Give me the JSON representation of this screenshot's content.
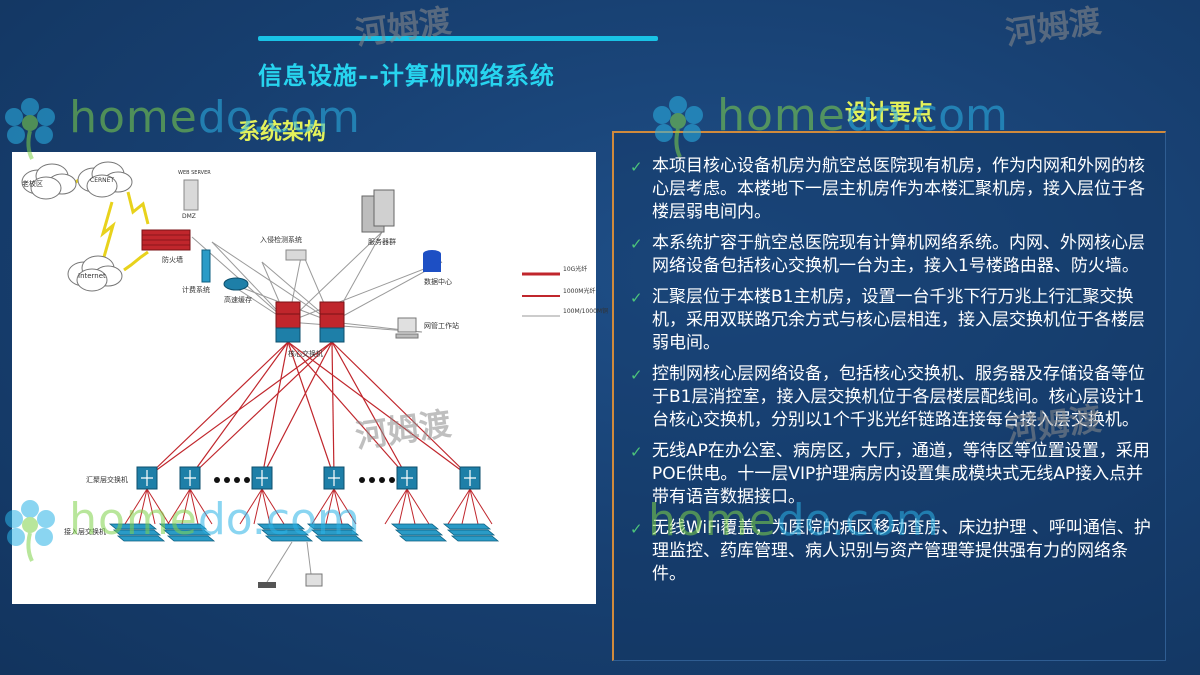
{
  "slide": {
    "title": "信息设施--计算机网络系统",
    "left_heading": "系统架构",
    "right_heading": "设计要点"
  },
  "watermark": {
    "brand_part1": "home",
    "brand_part2": "do",
    "brand_part3": ".com",
    "brand_cn": "河姆渡"
  },
  "diagram": {
    "labels": {
      "old_campus": "老校区",
      "cernet": "CERNET",
      "internet": "Internet",
      "web_server": "WEB SERVER",
      "dmz": "DMZ",
      "firewall": "防火墙",
      "billing": "计费系统",
      "cache": "高速缓存",
      "access_check": "入侵检测系统",
      "server_group": "服务器群",
      "data_center": "数据中心",
      "netmgmt": "网管工作站",
      "core_switch": "核心交换机",
      "agg_switch": "汇聚层交换机",
      "access_switch": "接入层交换机"
    },
    "legend": [
      {
        "label": "10G光纤",
        "color": "#c0262c"
      },
      {
        "label": "1000M光纤",
        "color": "#c0262c"
      },
      {
        "label": "100M/1000M铜",
        "color": "#9a9a9a"
      }
    ],
    "colors": {
      "fiber": "#c0262c",
      "copper": "#9a9a9a",
      "switch": "#1e7fa8",
      "core": "#c0262c"
    }
  },
  "points": [
    "本项目核心设备机房为航空总医院现有机房，作为内网和外网的核心层考虑。本楼地下一层主机房作为本楼汇聚机房，接入层位于各楼层弱电间内。",
    "本系统扩容于航空总医院现有计算机网络系统。内网、外网核心层网络设备包括核心交换机一台为主，接入1号楼路由器、防火墙。",
    "汇聚层位于本楼B1主机房，设置一台千兆下行万兆上行汇聚交换机，采用双联路冗余方式与核心层相连，接入层交换机位于各楼层弱电间。",
    "控制网核心层网络设备，包括核心交换机、服务器及存储设备等位于B1层消控室，接入层交换机位于各层楼层配线间。核心层设计1台核心交换机，分别以1个千兆光纤链路连接每台接入层交换机。",
    "无线AP在办公室、病房区，大厅，通道，等待区等位置设置，采用POE供电。十一层VIP护理病房内设置集成模块式无线AP接入点并带有语音数据接口。",
    "无线WiFi覆盖，为医院的病区移动查房、床边护理 、呼叫通信、护理监控、药库管理、病人识别与资产管理等提供强有力的网络条件。"
  ],
  "colors": {
    "title": "#27d4ef",
    "heading": "#e4f25a",
    "check": "#4cc47a",
    "background": "#173f70",
    "panel_border": "#d08a3c"
  }
}
